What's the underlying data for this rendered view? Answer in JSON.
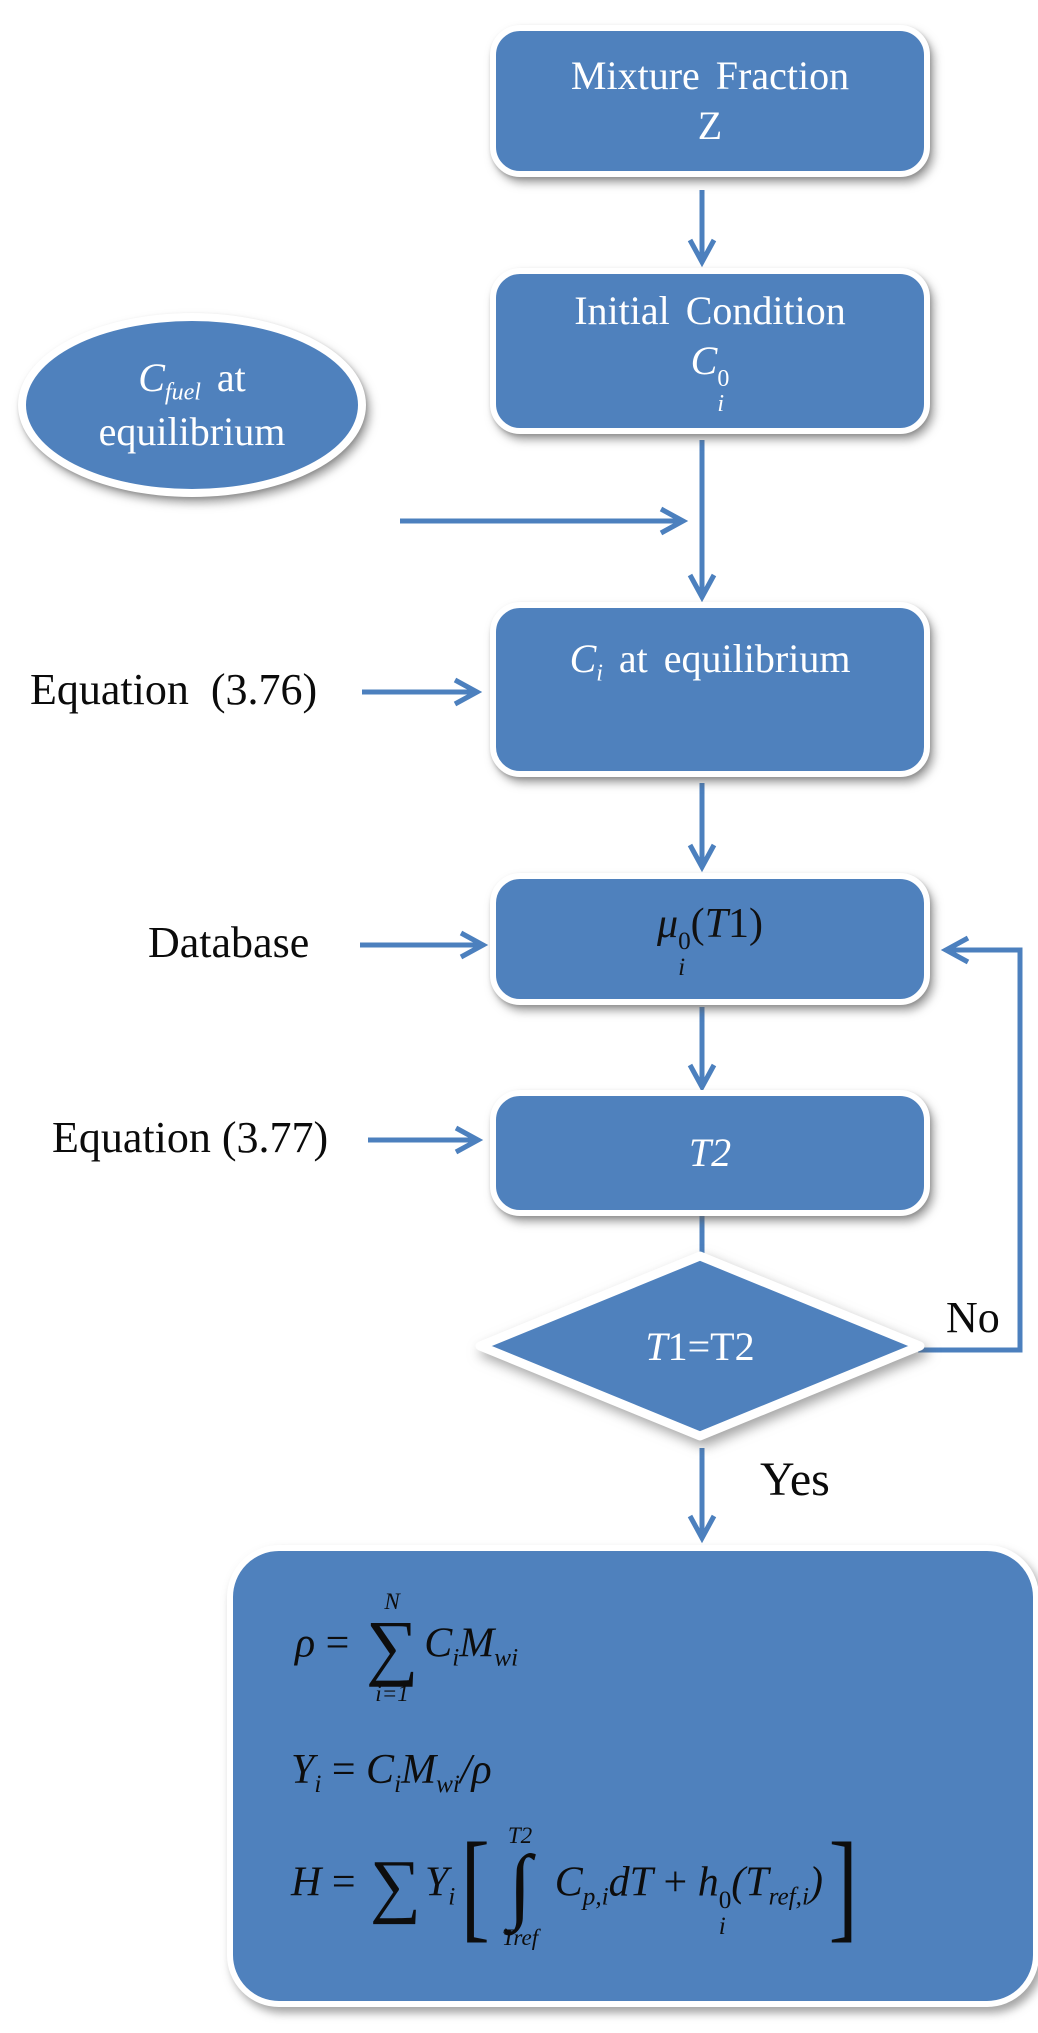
{
  "palette": {
    "node_fill": "#4F81BD",
    "arrow_color": "#4C80BE",
    "node_text": "#FFFFFF",
    "label_text": "#0B0B0B"
  },
  "nodes": {
    "mixture": {
      "line1": "Mixture Fraction",
      "line2": "Z"
    },
    "initial": {
      "line1": "Initial Condition",
      "formula": [
        {
          "t": "C"
        },
        {
          "ss": [
            "0",
            "i"
          ]
        }
      ]
    },
    "fuel": {
      "line1": [
        {
          "t": "C"
        },
        {
          "sub": "fuel"
        },
        {
          "t": " at",
          "cls": "up"
        }
      ],
      "line2": "equilibrium"
    },
    "ci": {
      "formula": [
        {
          "t": "C"
        },
        {
          "sub": "i"
        },
        {
          "t": " at equilibrium",
          "cls": "up"
        }
      ]
    },
    "mu": {
      "formula": [
        {
          "t": "μ"
        },
        {
          "ss": [
            "0",
            "i"
          ]
        },
        {
          "t": "(",
          "cls": "up"
        },
        {
          "t": "T"
        },
        {
          "t": "1)",
          "cls": "up"
        }
      ]
    },
    "t2": {
      "formula": [
        {
          "t": "T2"
        }
      ]
    },
    "decision": {
      "formula": [
        {
          "t": "T"
        },
        {
          "t": " 1=T2",
          "cls": "up"
        }
      ]
    }
  },
  "labels": {
    "eq376": "Equation  (3.76)",
    "database": "Database",
    "eq377": "Equation (3.77)",
    "no": "No",
    "yes": "Yes"
  },
  "formulas": {
    "eq1": [
      {
        "t": "ρ "
      },
      {
        "t": "= ",
        "cls": "up"
      },
      {
        "stack": [
          "N",
          "∑",
          "i=1"
        ],
        "cls": "sum"
      },
      {
        "t": "C"
      },
      {
        "sub": "i"
      },
      {
        "t": "M"
      },
      {
        "sub": "wi"
      }
    ],
    "eq2": [
      {
        "t": "Y"
      },
      {
        "sub": "i"
      },
      {
        "t": " = ",
        "cls": "up"
      },
      {
        "t": "C"
      },
      {
        "sub": "i"
      },
      {
        "t": "M"
      },
      {
        "sub": "wi"
      },
      {
        "t": "/ρ"
      }
    ],
    "eq3": [
      {
        "t": "H"
      },
      {
        "t": " = ",
        "cls": "up"
      },
      {
        "t": "∑",
        "cls": "bigop"
      },
      {
        "t": "Y"
      },
      {
        "sub": "i"
      },
      {
        "t": "[",
        "cls": "bracket"
      },
      {
        "stack": [
          "T2",
          "∫",
          "Tref"
        ],
        "cls": "int"
      },
      {
        "t": " C"
      },
      {
        "sub": "p,i"
      },
      {
        "t": "dT"
      },
      {
        "t": " + ",
        "cls": "up"
      },
      {
        "t": "h"
      },
      {
        "ss": [
          "0",
          "i"
        ]
      },
      {
        "t": "(T"
      },
      {
        "sub": "ref,i"
      },
      {
        "t": ")"
      },
      {
        "t": "]",
        "cls": "bracket"
      }
    ]
  }
}
